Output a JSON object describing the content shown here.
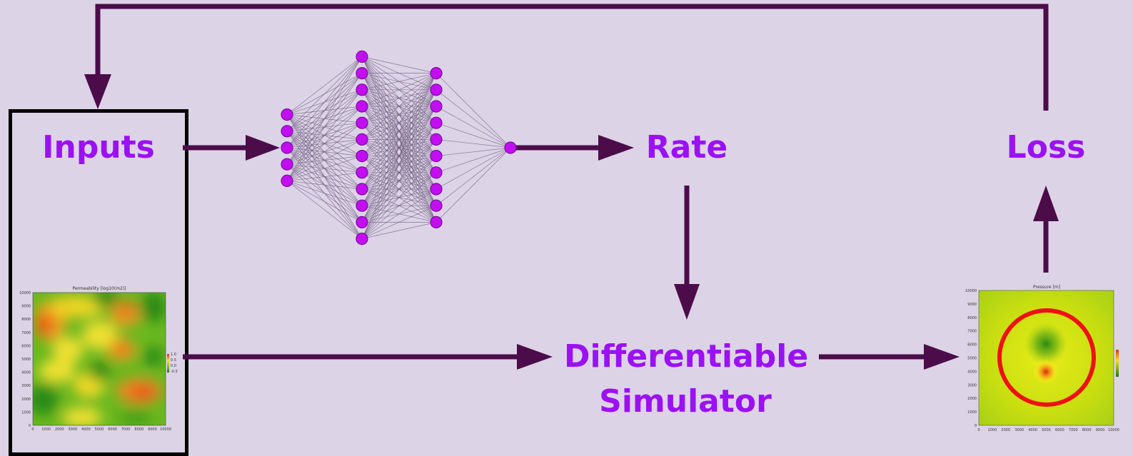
{
  "labels": {
    "inputs": "Inputs",
    "rate": "Rate",
    "loss": "Loss",
    "simulator_line1": "Differentiable",
    "simulator_line2": "Simulator"
  },
  "permeability_plot": {
    "title": "Permeability [log10(m2)]",
    "x_ticks": [
      "0",
      "1000",
      "2000",
      "3000",
      "4000",
      "5000",
      "6000",
      "7000",
      "8000",
      "9000",
      "10000"
    ],
    "y_ticks": [
      "10000",
      "9000",
      "8000",
      "7000",
      "6000",
      "5000",
      "4000",
      "3000",
      "2000",
      "1000",
      "0"
    ],
    "colorbar_ticks": [
      "1.0",
      "0.5",
      "0.0",
      "-0.5"
    ]
  },
  "pressure_plot": {
    "title": "Pressure [m]",
    "x_ticks": [
      "0",
      "1000",
      "2000",
      "3000",
      "4000",
      "5000",
      "6000",
      "7000",
      "8000",
      "9000",
      "10000"
    ],
    "y_ticks": [
      "10000",
      "9000",
      "8000",
      "7000",
      "6000",
      "5000",
      "4000",
      "3000",
      "2000",
      "1000",
      "0"
    ]
  },
  "network": {
    "layer_sizes": [
      5,
      12,
      10,
      1
    ]
  },
  "colors": {
    "background": "#dcd3e7",
    "label": "#9b11f4",
    "arrow": "#4c0c4a",
    "node_fill": "#c40ef2",
    "node_stroke": "#7a0aa0",
    "box_border": "#000000",
    "ring": "#ee1111"
  }
}
